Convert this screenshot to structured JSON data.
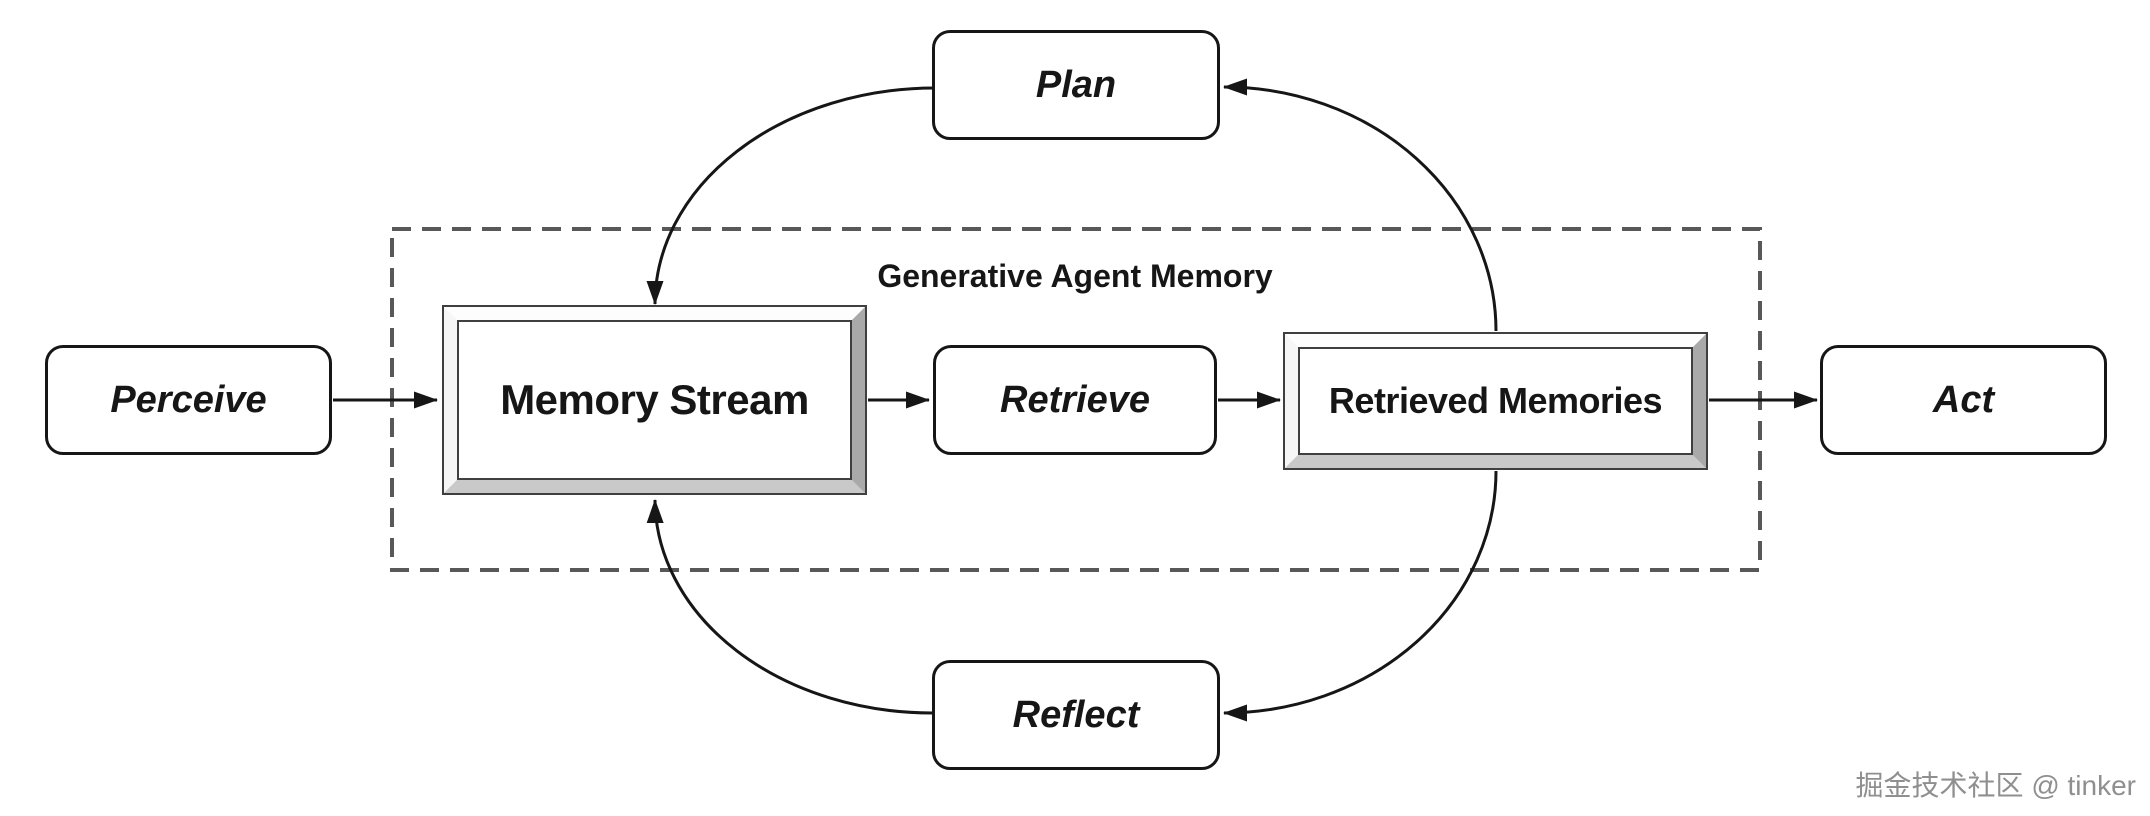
{
  "diagram": {
    "title_hint": "Generative agent architecture loop",
    "container": {
      "label": "Generative Agent Memory"
    },
    "nodes": {
      "perceive": {
        "label": "Perceive",
        "style": "rounded"
      },
      "memory_stream": {
        "label": "Memory Stream",
        "style": "framed-3d"
      },
      "retrieve": {
        "label": "Retrieve",
        "style": "rounded"
      },
      "retrieved_memories": {
        "label": "Retrieved Memories",
        "style": "framed-3d"
      },
      "act": {
        "label": "Act",
        "style": "rounded"
      },
      "plan": {
        "label": "Plan",
        "style": "rounded"
      },
      "reflect": {
        "label": "Reflect",
        "style": "rounded"
      }
    },
    "edges": [
      {
        "from": "Perceive",
        "to": "Memory Stream",
        "shape": "straight"
      },
      {
        "from": "Memory Stream",
        "to": "Retrieve",
        "shape": "straight"
      },
      {
        "from": "Retrieve",
        "to": "Retrieved Memories",
        "shape": "straight"
      },
      {
        "from": "Retrieved Memories",
        "to": "Act",
        "shape": "straight"
      },
      {
        "from": "Retrieved Memories",
        "to": "Plan",
        "shape": "arc-up"
      },
      {
        "from": "Plan",
        "to": "Memory Stream",
        "shape": "arc-down"
      },
      {
        "from": "Retrieved Memories",
        "to": "Reflect",
        "shape": "arc-down"
      },
      {
        "from": "Reflect",
        "to": "Memory Stream",
        "shape": "arc-up"
      }
    ]
  },
  "theme": {
    "line": "#161616",
    "dash": "#585858",
    "text": "#161616",
    "bevel-right": "#a9a9a9",
    "bevel-bottom": "#c9c9c9",
    "watermark": "#8f8f8f"
  },
  "watermark": {
    "text": "掘金技术社区 @ tinker"
  }
}
